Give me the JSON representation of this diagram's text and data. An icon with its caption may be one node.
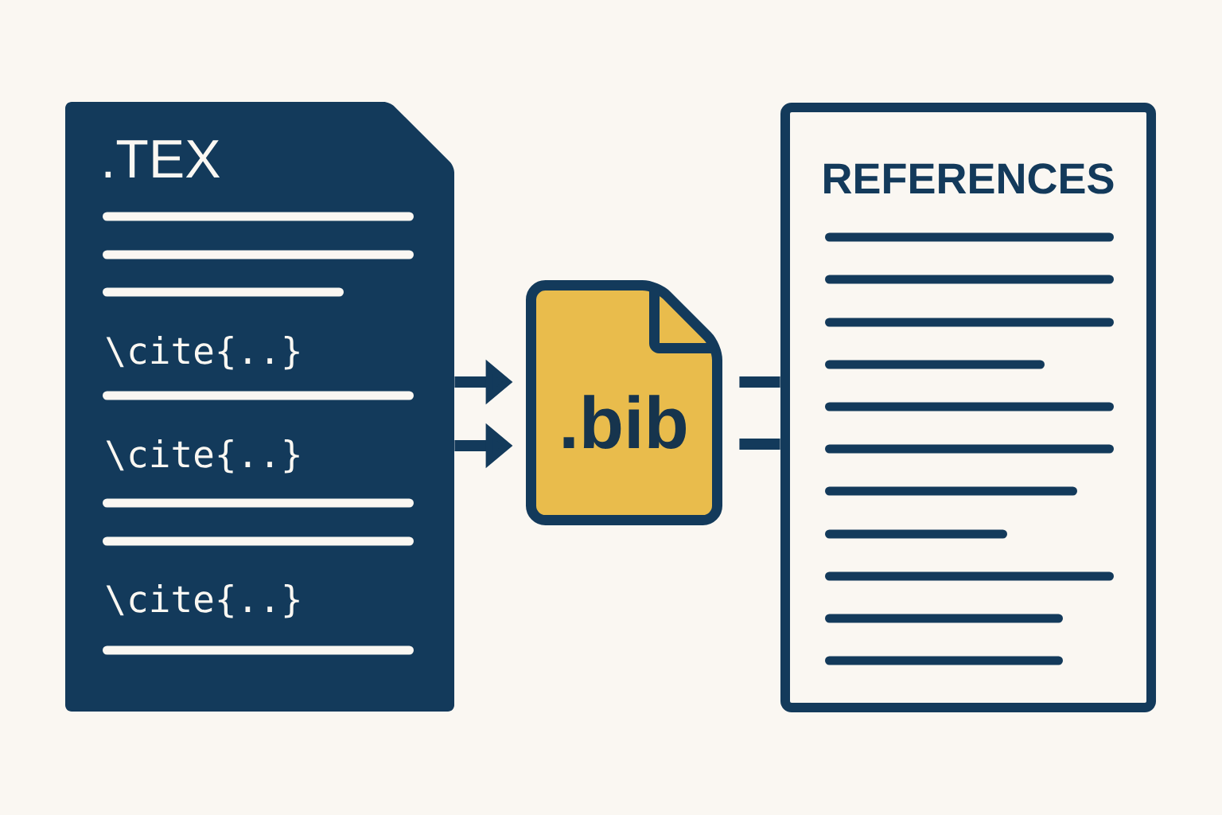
{
  "diagram": {
    "nodes": [
      {
        "text": [
          ".TEX",
          "\\cite{..}",
          "\\cite{..}",
          "\\cite{..}"
        ]
      },
      {
        "text": [
          ".bib"
        ]
      },
      {
        "text": [
          "REFERENCES"
        ]
      }
    ],
    "edges": [
      {
        "from": 0,
        "to": 1,
        "arrow": "to"
      },
      {
        "from": 0,
        "to": 1,
        "arrow": "to"
      },
      {
        "from": 1,
        "to": 2,
        "arrow": "none"
      },
      {
        "from": 1,
        "to": 2,
        "arrow": "none"
      }
    ]
  }
}
